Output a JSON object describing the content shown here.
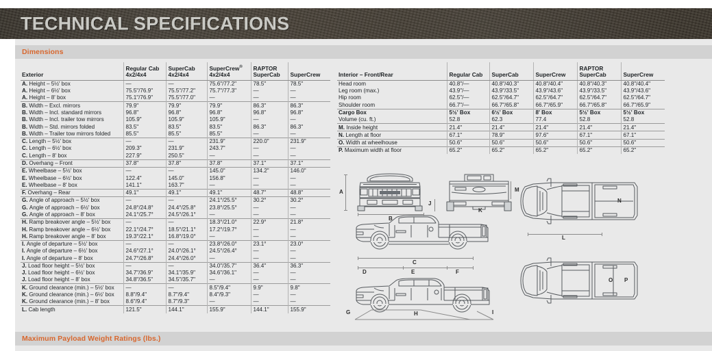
{
  "header": {
    "title": "TECHNICAL SPECIFICATIONS"
  },
  "sections": {
    "dimensions": "Dimensions",
    "payload": "Maximum Payload Weight Ratings (lbs.)"
  },
  "exterior_table": {
    "row_header": "Exterior",
    "columns": [
      {
        "line1": "Regular Cab",
        "line2": "4x2/4x4"
      },
      {
        "line1": "SuperCab",
        "line2": "4x2/4x4"
      },
      {
        "line1": "SuperCrew",
        "sup": "®",
        "line2": "4x2/4x4"
      },
      {
        "line1": "RAPTOR",
        "line2": "SuperCab"
      },
      {
        "line1": "",
        "line2": "SuperCrew"
      }
    ],
    "groups": [
      {
        "rows": [
          {
            "letter": "A.",
            "label": "Height – 5½' box",
            "values": [
              "—",
              "—",
              "75.6\"/77.2\"",
              "78.5\"",
              "78.5\""
            ]
          },
          {
            "letter": "A.",
            "label": "Height – 6½' box",
            "values": [
              "75.5\"/76.9\"",
              "75.5\"/77.2\"",
              "75.7\"/77.3\"",
              "—",
              "—"
            ]
          },
          {
            "letter": "A.",
            "label": "Height – 8' box",
            "values": [
              "75.1\"/76.9\"",
              "75.5\"/77.0\"",
              "—",
              "—",
              "—"
            ]
          }
        ]
      },
      {
        "rows": [
          {
            "letter": "B.",
            "label": "Width – Excl. mirrors",
            "values": [
              "79.9\"",
              "79.9\"",
              "79.9\"",
              "86.3\"",
              "86.3\""
            ]
          },
          {
            "letter": "B.",
            "label": "Width – Incl. standard mirrors",
            "values": [
              "96.8\"",
              "96.8\"",
              "96.8\"",
              "96.8\"",
              "96.8\""
            ]
          },
          {
            "letter": "B.",
            "label": "Width – Incl. trailer tow mirrors",
            "values": [
              "105.9\"",
              "105.9\"",
              "105.9\"",
              "—",
              "—"
            ]
          },
          {
            "letter": "B.",
            "label": "Width – Std. mirrors folded",
            "values": [
              "83.5\"",
              "83.5\"",
              "83.5\"",
              "86.3\"",
              "86.3\""
            ]
          },
          {
            "letter": "B.",
            "label": "Width – Trailer tow mirrors folded",
            "values": [
              "85.5\"",
              "85.5\"",
              "85.5\"",
              "—",
              "—"
            ]
          }
        ]
      },
      {
        "rows": [
          {
            "letter": "C.",
            "label": "Length – 5½' box",
            "values": [
              "—",
              "—",
              "231.9\"",
              "220.0\"",
              "231.9\""
            ]
          },
          {
            "letter": "C.",
            "label": "Length – 6½' box",
            "values": [
              "209.3\"",
              "231.9\"",
              "243.7\"",
              "—",
              "—"
            ]
          },
          {
            "letter": "C.",
            "label": "Length – 8' box",
            "values": [
              "227.9\"",
              "250.5\"",
              "—",
              "—",
              "—"
            ]
          }
        ]
      },
      {
        "rows": [
          {
            "letter": "D.",
            "label": "Overhang – Front",
            "values": [
              "37.8\"",
              "37.8\"",
              "37.8\"",
              "37.1\"",
              "37.1\""
            ]
          }
        ]
      },
      {
        "rows": [
          {
            "letter": "E.",
            "label": "Wheelbase – 5½' box",
            "values": [
              "—",
              "—",
              "145.0\"",
              "134.2\"",
              "146.0\""
            ]
          },
          {
            "letter": "E.",
            "label": "Wheelbase – 6½' box",
            "values": [
              "122.4\"",
              "145.0\"",
              "156.8\"",
              "—",
              "—"
            ]
          },
          {
            "letter": "E.",
            "label": "Wheelbase – 8' box",
            "values": [
              "141.1\"",
              "163.7\"",
              "—",
              "—",
              "—"
            ]
          }
        ]
      },
      {
        "rows": [
          {
            "letter": "F.",
            "label": "Overhang – Rear",
            "values": [
              "49.1\"",
              "49.1\"",
              "49.1\"",
              "48.7\"",
              "48.8\""
            ]
          }
        ]
      },
      {
        "rows": [
          {
            "letter": "G.",
            "label": "Angle of approach – 5½' box",
            "values": [
              "—",
              "—",
              "24.1°/25.5°",
              "30.2°",
              "30.2°"
            ]
          },
          {
            "letter": "G.",
            "label": "Angle of approach – 6½' box",
            "values": [
              "24.8°/24.8°",
              "24.4°/25.8°",
              "23.8°/25.5°",
              "—",
              "—"
            ]
          },
          {
            "letter": "G.",
            "label": "Angle of approach – 8' box",
            "values": [
              "24.1°/25.7°",
              "24.5°/26.1°",
              "—",
              "—",
              "—"
            ]
          }
        ]
      },
      {
        "rows": [
          {
            "letter": "H.",
            "label": "Ramp breakover angle – 5½' box",
            "values": [
              "—",
              "—",
              "18.3°/21.0°",
              "22.9°",
              "21.8°"
            ]
          },
          {
            "letter": "H.",
            "label": "Ramp breakover angle – 6½' box",
            "values": [
              "22.1°/24.7°",
              "18.5°/21.1°",
              "17.2°/19.7°",
              "—",
              "—"
            ]
          },
          {
            "letter": "H.",
            "label": "Ramp breakover angle – 8' box",
            "values": [
              "19.3°/22.1°",
              "16.8°/19.0°",
              "—",
              "—",
              "—"
            ]
          }
        ]
      },
      {
        "rows": [
          {
            "letter": "I.",
            "label": "Angle of departure – 5½' box",
            "values": [
              "—",
              "—",
              "23.8°/26.0°",
              "23.1°",
              "23.0°"
            ]
          },
          {
            "letter": "I.",
            "label": "Angle of departure – 6½' box",
            "values": [
              "24.6°/27.1°",
              "24.0°/26.1°",
              "24.5°/26.4°",
              "—",
              "—"
            ]
          },
          {
            "letter": "I.",
            "label": "Angle of departure – 8' box",
            "values": [
              "24.7°/26.8°",
              "24.4°/26.0°",
              "—",
              "—",
              "—"
            ]
          }
        ]
      },
      {
        "rows": [
          {
            "letter": "J.",
            "label": "Load floor height – 5½' box",
            "values": [
              "—",
              "—",
              "34.0\"/35.7\"",
              "36.4\"",
              "36.3\""
            ]
          },
          {
            "letter": "J.",
            "label": "Load floor height – 6½' box",
            "values": [
              "34.7\"/36.9\"",
              "34.1\"/35.9\"",
              "34.6\"/36.1\"",
              "—",
              "—"
            ]
          },
          {
            "letter": "J.",
            "label": "Load floor height – 8' box",
            "values": [
              "34.8\"/36.5\"",
              "34.5\"/35.7\"",
              "—",
              "—",
              "—"
            ]
          }
        ]
      },
      {
        "rows": [
          {
            "letter": "K.",
            "label": "Ground clearance (min.) – 5½' box",
            "values": [
              "—",
              "—",
              "8.5\"/9.4\"",
              "9.9\"",
              "9.8\""
            ]
          },
          {
            "letter": "K.",
            "label": "Ground clearance (min.) – 6½' box",
            "values": [
              "8.8\"/9.4\"",
              "8.7\"/9.4\"",
              "8.4\"/9.3\"",
              "—",
              "—"
            ]
          },
          {
            "letter": "K.",
            "label": "Ground clearance (min.) – 8' box",
            "values": [
              "8.6\"/9.4\"",
              "8.7\"/9.3\"",
              "—",
              "—",
              "—"
            ]
          }
        ]
      },
      {
        "rows": [
          {
            "letter": "L.",
            "label": "Cab length",
            "values": [
              "121.5\"",
              "144.1\"",
              "155.9\"",
              "144.1\"",
              "155.9\""
            ]
          }
        ]
      }
    ]
  },
  "interior_table": {
    "row_header": "Interior – Front/Rear",
    "columns": [
      {
        "line1": "",
        "line2": "Regular Cab"
      },
      {
        "line1": "",
        "line2": "SuperCab"
      },
      {
        "line1": "",
        "line2": "SuperCrew"
      },
      {
        "line1": "RAPTOR",
        "line2": "SuperCab"
      },
      {
        "line1": "",
        "line2": "SuperCrew"
      }
    ],
    "groups": [
      {
        "rows": [
          {
            "letter": "",
            "label": "Head room",
            "values": [
              "40.8\"/—",
              "40.8\"/40.3\"",
              "40.8\"/40.4\"",
              "40.8\"/40.3\"",
              "40.8\"/40.4\""
            ]
          },
          {
            "letter": "",
            "label": "Leg room (max.)",
            "values": [
              "43.9\"/—",
              "43.9\"/33.5\"",
              "43.9\"/43.6\"",
              "43.9\"/33.5\"",
              "43.9\"/43.6\""
            ]
          },
          {
            "letter": "",
            "label": "Hip room",
            "values": [
              "62.5\"/—",
              "62.5\"/64.7\"",
              "62.5\"/64.7\"",
              "62.5\"/64.7\"",
              "62.5\"/64.7\""
            ]
          },
          {
            "letter": "",
            "label": "Shoulder room",
            "values": [
              "66.7\"/—",
              "66.7\"/65.8\"",
              "66.7\"/65.9\"",
              "66.7\"/65.8\"",
              "66.7\"/65.9\""
            ]
          }
        ]
      },
      {
        "bold": true,
        "rows": [
          {
            "letter": "",
            "label": "Cargo Box",
            "values": [
              "5½' Box",
              "6½' Box",
              "8' Box",
              "5½' Box",
              "5½' Box"
            ]
          }
        ]
      },
      {
        "no_top_rule": true,
        "rows": [
          {
            "letter": "",
            "label": "Volume (cu. ft.)",
            "values": [
              "52.8",
              "62.3",
              "77.4",
              "52.8",
              "52.8"
            ]
          }
        ]
      },
      {
        "rows": [
          {
            "letter": "M.",
            "label": "Inside height",
            "values": [
              "21.4\"",
              "21.4\"",
              "21.4\"",
              "21.4\"",
              "21.4\""
            ]
          }
        ]
      },
      {
        "rows": [
          {
            "letter": "N.",
            "label": "Length at floor",
            "values": [
              "67.1\"",
              "78.9\"",
              "97.6\"",
              "67.1\"",
              "67.1\""
            ]
          }
        ]
      },
      {
        "rows": [
          {
            "letter": "O.",
            "label": "Width at wheelhouse",
            "values": [
              "50.6\"",
              "50.6\"",
              "50.6\"",
              "50.6\"",
              "50.6\""
            ]
          }
        ]
      },
      {
        "rows": [
          {
            "letter": "P.",
            "label": "Maximum width at floor",
            "values": [
              "65.2\"",
              "65.2\"",
              "65.2\"",
              "65.2\"",
              "65.2\""
            ]
          }
        ]
      }
    ]
  },
  "diagram_labels": {
    "a": "A",
    "b": "B",
    "c": "C",
    "d": "D",
    "e": "E",
    "f": "F",
    "g": "G",
    "h": "H",
    "i": "I",
    "j": "J",
    "k": "K",
    "l": "L",
    "m": "M",
    "n": "N",
    "o": "O",
    "p": "P"
  },
  "colors": {
    "accent_orange": "#d8672e",
    "title_band": "#3a342b",
    "sheet_bg": "#e9e9e9",
    "section_bar": "#d2d2d2",
    "rule": "#9a9a9a",
    "text": "#23272b"
  }
}
